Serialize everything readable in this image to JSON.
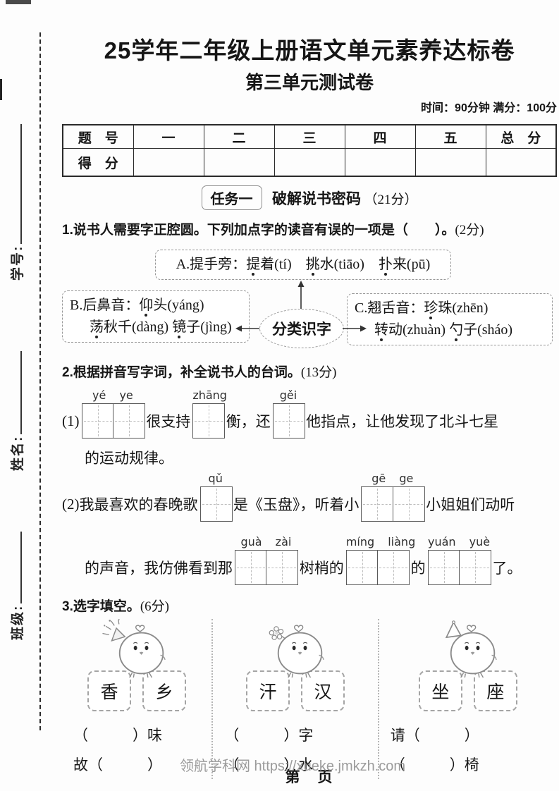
{
  "colors": {
    "ink": "#161616",
    "box_border_gray": "#979797",
    "watermark_gray": "#9b9b9b"
  },
  "page": {
    "title": "25学年二年级上册语文单元素养达标卷",
    "subtitle": "第三单元测试卷",
    "meta": "时间：90分钟 满分：100分",
    "footer": "第　页",
    "watermark": "领航学科网 https://xueke.jmkzh.com"
  },
  "sidebar": {
    "student_id_label": "学号:",
    "name_label": "姓名:",
    "class_label": "班级:"
  },
  "score_table": {
    "header": [
      "题　号",
      "一",
      "二",
      "三",
      "四",
      "五",
      "总　分"
    ],
    "score_label": "得　分"
  },
  "banner": {
    "badge": "任务一",
    "title": "破解说书密码",
    "points": "（21分）"
  },
  "q1": {
    "pre": "1.说书人需要字正腔圆。下列加点字的读音有误的一项是",
    "blank": "（　　）",
    "post": "。",
    "points": "(2分)",
    "center": "分类识字",
    "optionA": [
      {
        "t": "A.提手旁：",
        "d": 0
      },
      {
        "t": "提",
        "d": 1
      },
      {
        "t": "着(tí)　",
        "d": 0
      },
      {
        "t": "挑",
        "d": 1
      },
      {
        "t": "水(tiāo)　",
        "d": 0
      },
      {
        "t": "扑",
        "d": 1
      },
      {
        "t": "来(pū)",
        "d": 0
      }
    ],
    "optionB1": [
      {
        "t": "B.后鼻音：",
        "d": 0
      },
      {
        "t": "仰",
        "d": 1
      },
      {
        "t": "头(yáng)",
        "d": 0
      }
    ],
    "optionB2": [
      {
        "t": "荡",
        "d": 1
      },
      {
        "t": "秋千(dàng) ",
        "d": 0
      },
      {
        "t": "镜",
        "d": 1
      },
      {
        "t": "子(jìng)",
        "d": 0
      }
    ],
    "optionC1": [
      {
        "t": "C.翘舌音：",
        "d": 0
      },
      {
        "t": "珍",
        "d": 1
      },
      {
        "t": "珠(zhēn)",
        "d": 0
      }
    ],
    "optionC2": [
      {
        "t": "转",
        "d": 1
      },
      {
        "t": "动(zhuàn) ",
        "d": 0
      },
      {
        "t": "勺",
        "d": 1
      },
      {
        "t": "子(sháo)",
        "d": 0
      }
    ]
  },
  "q2": {
    "intro": "2.根据拼音写字词，补全说书人的台词。",
    "points": "(13分)",
    "item1": {
      "num": "(1)",
      "box1": {
        "pinyin": "yé ye",
        "cells": 2
      },
      "t1": "很支持",
      "box2": {
        "pinyin": "zhāng",
        "cells": 1
      },
      "t2": "衡，还",
      "box3": {
        "pinyin": "gěi",
        "cells": 1
      },
      "t3": "他指点，让他发现了北斗七星",
      "t4": "的运动规律。"
    },
    "item2": {
      "num": "(2)",
      "t1": "我最喜欢的春晚歌",
      "box1": {
        "pinyin": "qǔ",
        "cells": 1
      },
      "t2": "是《玉盘》，听着小",
      "box2": {
        "pinyin": "gē ge",
        "cells": 2
      },
      "t3": "小姐姐们动听",
      "t4": "的声音，我仿佛看到那",
      "box3": {
        "pinyin": "guà zài",
        "cells": 2
      },
      "t5": "树梢的",
      "box4": {
        "pinyin": "míng liàng",
        "cells": 2
      },
      "t6": "的",
      "box5": {
        "pinyin": "yuán yuè",
        "cells": 2
      },
      "t7": "了。"
    }
  },
  "q3": {
    "intro": "3.选字填空。",
    "points": "(6分)",
    "groups": [
      {
        "char1": "香",
        "char2": "乡",
        "line1": "（　　　）味",
        "line2": "故（　　　）"
      },
      {
        "char1": "汗",
        "char2": "汉",
        "line1": "（　　　）字",
        "line2": "（　　　）水"
      },
      {
        "char1": "坐",
        "char2": "座",
        "line1": "请（　　　）",
        "line2": "（　　　）椅"
      }
    ]
  }
}
